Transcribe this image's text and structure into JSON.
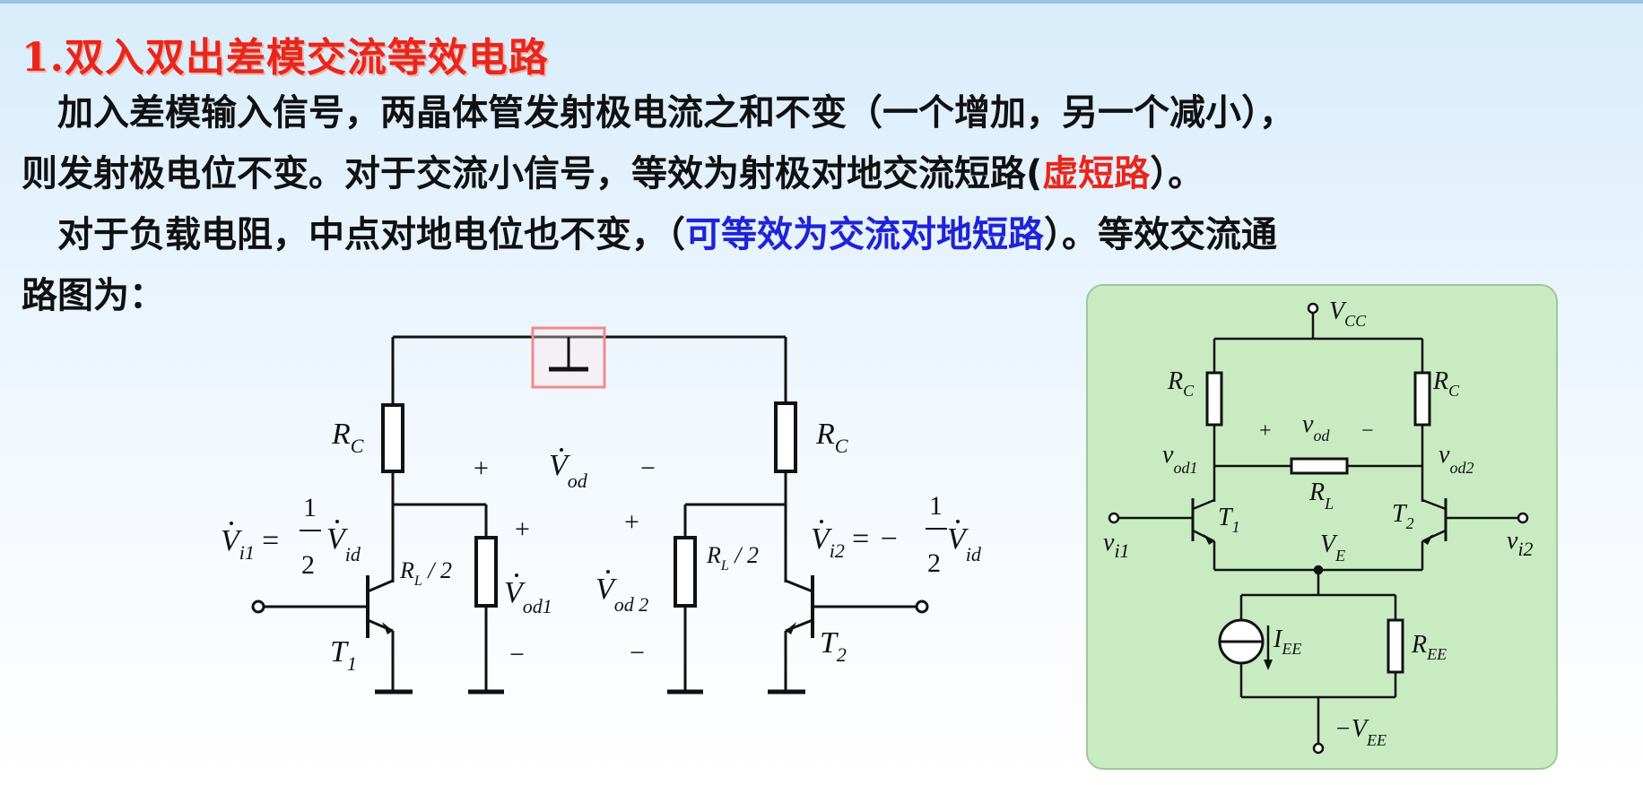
{
  "slide": {
    "title": "1.双入双出差模交流等效电路",
    "para1": {
      "line1": "　加入差模输入信号，两晶体管发射极电流之和不变（一个增加，另一个减小），",
      "line2_a": "则发射极电位不变。对于交流小信号，等效为射极对地交流短路(",
      "line2_highlight": "虚短路",
      "line2_b": "）。"
    },
    "para2": {
      "line1_a": "　对于负载电阻，中点对地电位也不变，（",
      "line1_highlight": "可等效为交流对地短路",
      "line1_b": "）。等效交流通",
      "line2": "路图为："
    }
  },
  "colors": {
    "title_red": "#e8261d",
    "highlight_red": "#e8261d",
    "highlight_blue": "#1f23d8",
    "green_panel": "#c9ebc2",
    "ground_box": "#f08a8a"
  },
  "left_circuit": {
    "rc_left": "R",
    "rc_left_sub": "C",
    "rc_right": "R",
    "rc_right_sub": "C",
    "vod": "V",
    "vod_sub": "od",
    "plus": "+",
    "minus": "−",
    "vi1_lhs": "V",
    "vi1_sub": "i1",
    "vi1_eq": "=",
    "frac_num": "1",
    "frac_den": "2",
    "vid": "V",
    "vid_sub": "id",
    "vi2_lhs": "V",
    "vi2_sub": "i2",
    "vi2_eq": "= −",
    "rl2_left": "R",
    "rl2_left_sub": "L",
    "rl2_left_tail": " / 2",
    "rl2_right": "R",
    "rl2_right_sub": "L",
    "rl2_right_tail": " / 2",
    "vod1": "V",
    "vod1_sub": "od1",
    "vod2": "V",
    "vod2_sub": "od 2",
    "t1": "T",
    "t1_sub": "1",
    "t2": "T",
    "t2_sub": "2"
  },
  "right_circuit": {
    "vcc": "V",
    "vcc_sub": "CC",
    "rc": "R",
    "rc_sub": "C",
    "vod": "v",
    "vod_sub": "od",
    "vod1": "v",
    "vod1_sub": "od1",
    "vod2": "v",
    "vod2_sub": "od2",
    "rl": "R",
    "rl_sub": "L",
    "t1": "T",
    "t1_sub": "1",
    "t2": "T",
    "t2_sub": "2",
    "vi1": "v",
    "vi1_sub": "i1",
    "vi2": "v",
    "vi2_sub": "i2",
    "ve": "V",
    "ve_sub": "E",
    "iee": "I",
    "iee_sub": "EE",
    "ree": "R",
    "ree_sub": "EE",
    "vee": "−V",
    "vee_sub": "EE",
    "plus": "+",
    "minus": "−"
  }
}
